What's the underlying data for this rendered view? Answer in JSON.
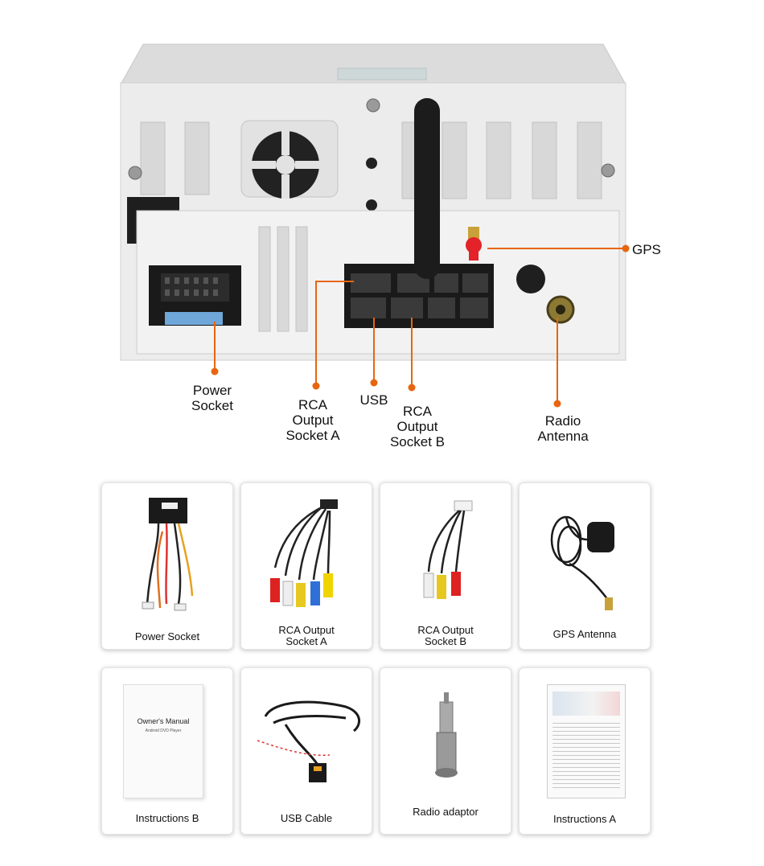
{
  "callouts": {
    "gps": "GPS",
    "power_socket": "Power\nSocket",
    "rca_a": "RCA\nOutput\nSocket A",
    "usb": "USB",
    "rca_b": "RCA\nOutput\nSocket B",
    "radio_antenna": "Radio\nAntenna"
  },
  "accessories": [
    {
      "label": "Power Socket",
      "icon": "power-harness"
    },
    {
      "label": "RCA Output\nSocket A",
      "icon": "rca-cable-a"
    },
    {
      "label": "RCA Output\nSocket B",
      "icon": "rca-cable-b"
    },
    {
      "label": "GPS Antenna",
      "icon": "gps-antenna"
    },
    {
      "label": "Instructions B",
      "icon": "manual-booklet"
    },
    {
      "label": "USB Cable",
      "icon": "usb-cable"
    },
    {
      "label": "Radio adaptor",
      "icon": "radio-adaptor"
    },
    {
      "label": "Instructions A",
      "icon": "instruction-sheet"
    }
  ],
  "manual_cover": {
    "title": "Owner's Manual",
    "subtitle": "Android DVD Player"
  },
  "colors": {
    "accent": "#e8650f",
    "chassis": "#e6e6e6",
    "connector": "#1a1a1a"
  }
}
